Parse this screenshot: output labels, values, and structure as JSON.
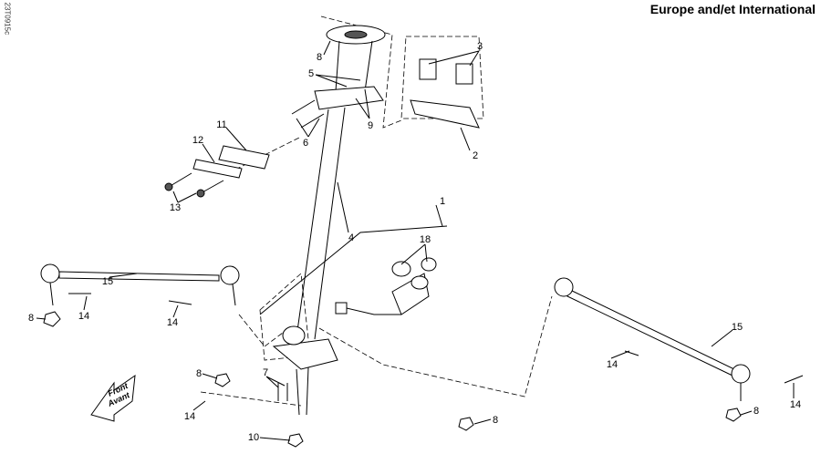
{
  "header": {
    "title": "Europe and/et International",
    "drawing_code": "23T0915c"
  },
  "front_arrow": {
    "line1": "Front",
    "line2": "Avant"
  },
  "callouts": [
    "8",
    "5",
    "3",
    "9",
    "6",
    "2",
    "11",
    "12",
    "13",
    "4",
    "1",
    "18",
    "15",
    "14",
    "8",
    "14",
    "15",
    "14",
    "8",
    "7",
    "14",
    "8",
    "14",
    "8",
    "10"
  ]
}
